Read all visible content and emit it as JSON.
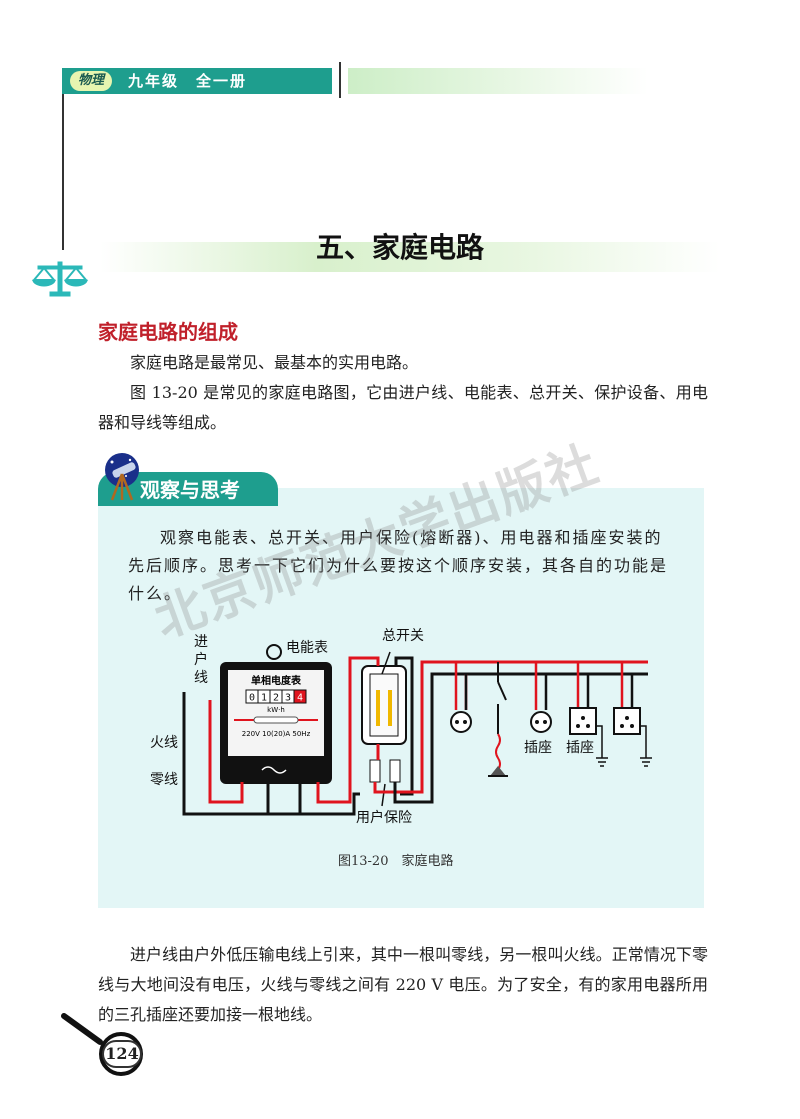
{
  "header": {
    "subject": "物理",
    "book": "九年级　全一册"
  },
  "title": "五、家庭电路",
  "section": {
    "heading": "家庭电路的组成",
    "p1": "家庭电路是最常见、最基本的实用电路。",
    "p2": "图 13-20 是常见的家庭电路图，它由进户线、电能表、总开关、保护设备、用电器和导线等组成。"
  },
  "observe": {
    "title": "观察与思考",
    "text": "观察电能表、总开关、用户保险(熔断器)、用电器和插座安装的先后顺序。思考一下它们为什么要按这个顺序安装，其各自的功能是什么。"
  },
  "diagram": {
    "labels": {
      "entry_line": "进户线",
      "meter": "电能表",
      "main_switch": "总开关",
      "live": "火线",
      "neutral": "零线",
      "fuse": "用户保险",
      "socket1": "插座",
      "socket2": "插座"
    },
    "meter": {
      "name": "单相电度表",
      "digits": [
        "0",
        "1",
        "2",
        "3",
        "4"
      ],
      "unit": "kW·h",
      "spec": "220V 10(20)A 50Hz"
    },
    "caption": "图13-20　家庭电路",
    "colors": {
      "live": "#e0141e",
      "neutral": "#111111"
    }
  },
  "body": {
    "p3": "进户线由户外低压输电线上引来，其中一根叫零线，另一根叫火线。正常情况下零线与大地间没有电压，火线与零线之间有 220 V 电压。为了安全，有的家用电器所用的三孔插座还要加接一根地线。"
  },
  "page_number": "124",
  "watermark": "北京师范大学出版社",
  "icons": [
    "scale-icon",
    "telescope-icon",
    "magnifier-icon"
  ]
}
